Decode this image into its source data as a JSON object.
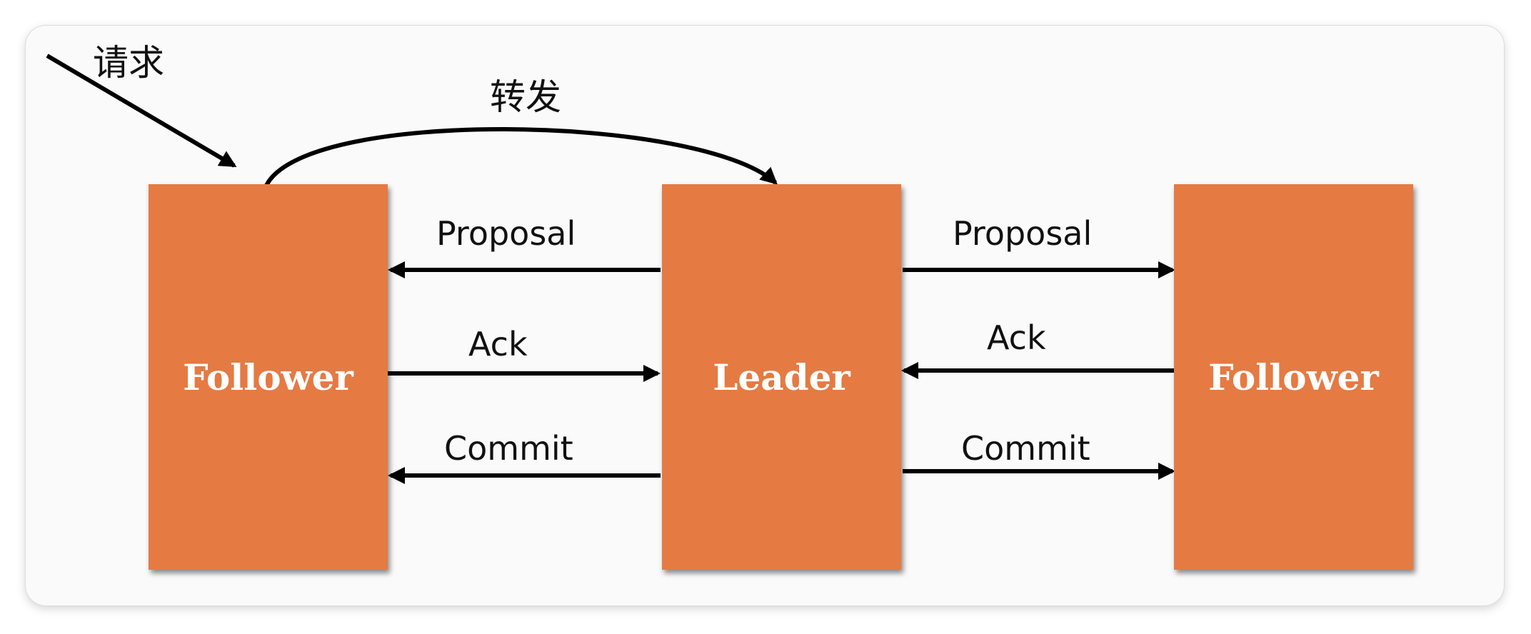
{
  "nodes": {
    "left": "Follower",
    "middle": "Leader",
    "right": "Follower"
  },
  "labels": {
    "request": "请求",
    "forward": "转发",
    "left_proposal": "Proposal",
    "left_ack": "Ack",
    "left_commit": "Commit",
    "right_proposal": "Proposal",
    "right_ack": "Ack",
    "right_commit": "Commit"
  },
  "colors": {
    "node_fill": "#e57a43",
    "node_text": "#ffffff",
    "edge": "#000000"
  }
}
